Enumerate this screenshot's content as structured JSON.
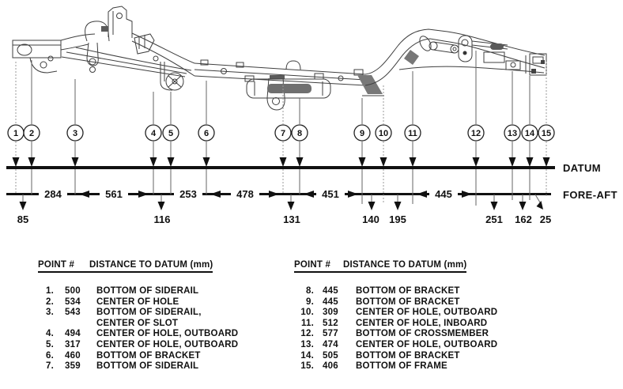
{
  "diagram": {
    "datum_label": "DATUM",
    "fore_aft_label": "FORE-AFT",
    "callouts": [
      {
        "label": "1"
      },
      {
        "label": "2"
      },
      {
        "label": "3"
      },
      {
        "label": "4"
      },
      {
        "label": "5"
      },
      {
        "label": "6"
      },
      {
        "label": "7"
      },
      {
        "label": "8"
      },
      {
        "label": "9"
      },
      {
        "label": "10"
      },
      {
        "label": "11"
      },
      {
        "label": "12"
      },
      {
        "label": "13"
      },
      {
        "label": "14"
      },
      {
        "label": "15"
      }
    ],
    "chain_dims": [
      {
        "value": "284"
      },
      {
        "value": "561"
      },
      {
        "value": "253"
      },
      {
        "value": "478"
      },
      {
        "value": "451"
      },
      {
        "value": "445"
      }
    ],
    "offset_dims": [
      {
        "value": "85"
      },
      {
        "value": "116"
      },
      {
        "value": "131"
      },
      {
        "value": "140"
      },
      {
        "value": "195"
      },
      {
        "value": "251"
      },
      {
        "value": "162"
      },
      {
        "value": "25"
      }
    ]
  },
  "tables": {
    "left": {
      "col_point": "POINT #",
      "col_distance": "DISTANCE TO DATUM (mm)",
      "rows": [
        {
          "num": "1.",
          "value": "500",
          "desc": "BOTTOM OF SIDERAIL"
        },
        {
          "num": "2.",
          "value": "534",
          "desc": "CENTER OF HOLE"
        },
        {
          "num": "3.",
          "value": "543",
          "desc": "BOTTOM OF SIDERAIL,\nCENTER OF SLOT"
        },
        {
          "num": "4.",
          "value": "494",
          "desc": "CENTER OF HOLE, OUTBOARD"
        },
        {
          "num": "5.",
          "value": "317",
          "desc": "CENTER OF HOLE, OUTBOARD"
        },
        {
          "num": "6.",
          "value": "460",
          "desc": "BOTTOM OF BRACKET"
        },
        {
          "num": "7.",
          "value": "359",
          "desc": "BOTTOM OF SIDERAIL"
        }
      ]
    },
    "right": {
      "col_point": "POINT #",
      "col_distance": "DISTANCE TO DATUM (mm)",
      "rows": [
        {
          "num": "8.",
          "value": "445",
          "desc": "BOTTOM OF BRACKET"
        },
        {
          "num": "9.",
          "value": "445",
          "desc": "BOTTOM OF BRACKET"
        },
        {
          "num": "10.",
          "value": "309",
          "desc": "CENTER OF HOLE, OUTBOARD"
        },
        {
          "num": "11.",
          "value": "512",
          "desc": "CENTER OF HOLE, INBOARD"
        },
        {
          "num": "12.",
          "value": "577",
          "desc": "BOTTOM OF CROSSMEMBER"
        },
        {
          "num": "13.",
          "value": "474",
          "desc": "CENTER OF HOLE, OUTBOARD"
        },
        {
          "num": "14.",
          "value": "505",
          "desc": "BOTTOM OF BRACKET"
        },
        {
          "num": "15.",
          "value": "406",
          "desc": "BOTTOM OF FRAME"
        }
      ]
    }
  }
}
